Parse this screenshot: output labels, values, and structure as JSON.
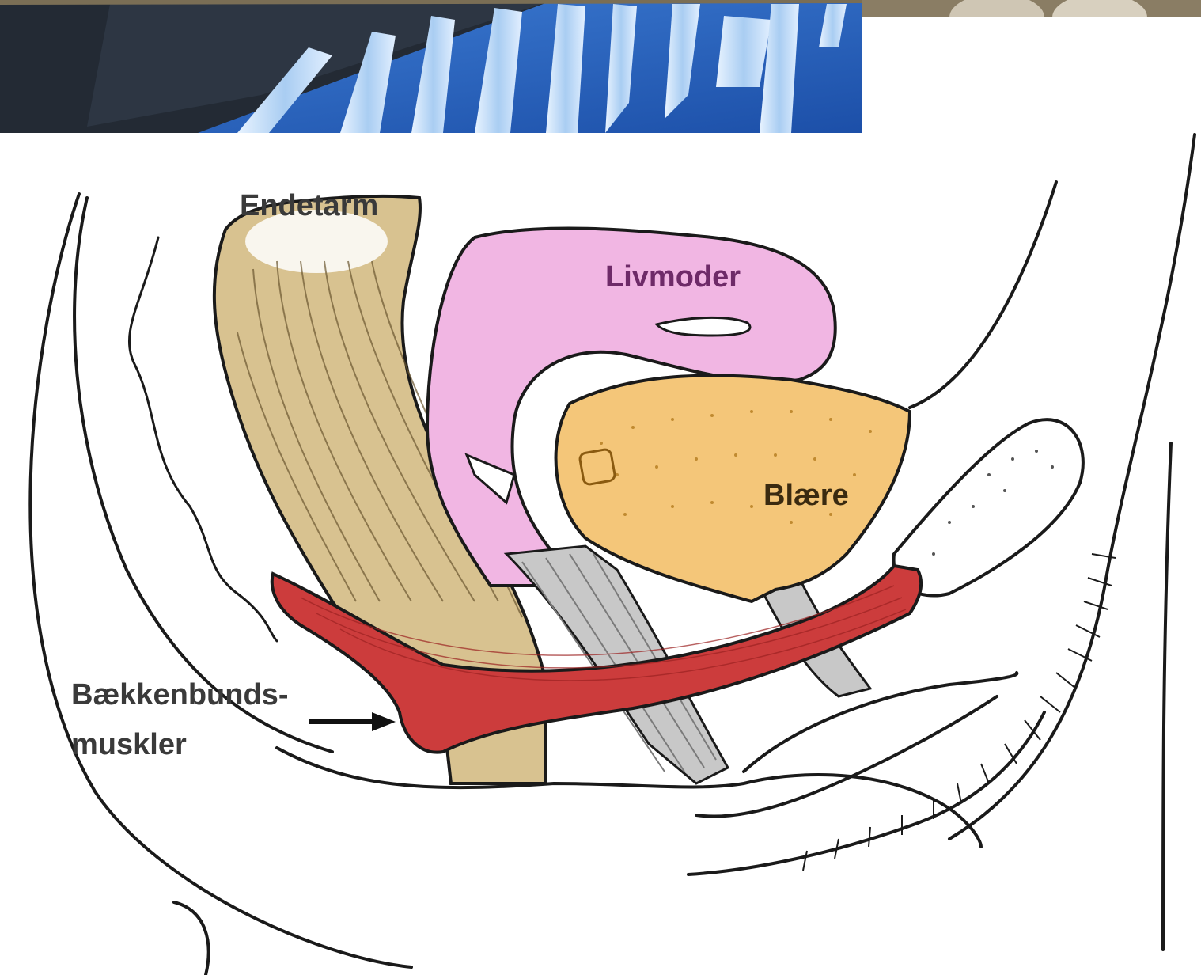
{
  "labels": {
    "rectum": "Endetarm",
    "uterus": "Livmoder",
    "bladder": "Blære",
    "pelvic_floor_line1": "Bækkenbunds-",
    "pelvic_floor_line2": "muskler"
  },
  "colors": {
    "rectum": "#d8c290",
    "uterus": "#f1b6e3",
    "bladder": "#f4c679",
    "muscle": "#cc3c3c",
    "uterus_label": "#6e2a68",
    "outline": "#1a1a1a",
    "banner_sky": "#2a62b8",
    "banner_dark": "#242a33",
    "corner_band": "#8a7d64"
  }
}
